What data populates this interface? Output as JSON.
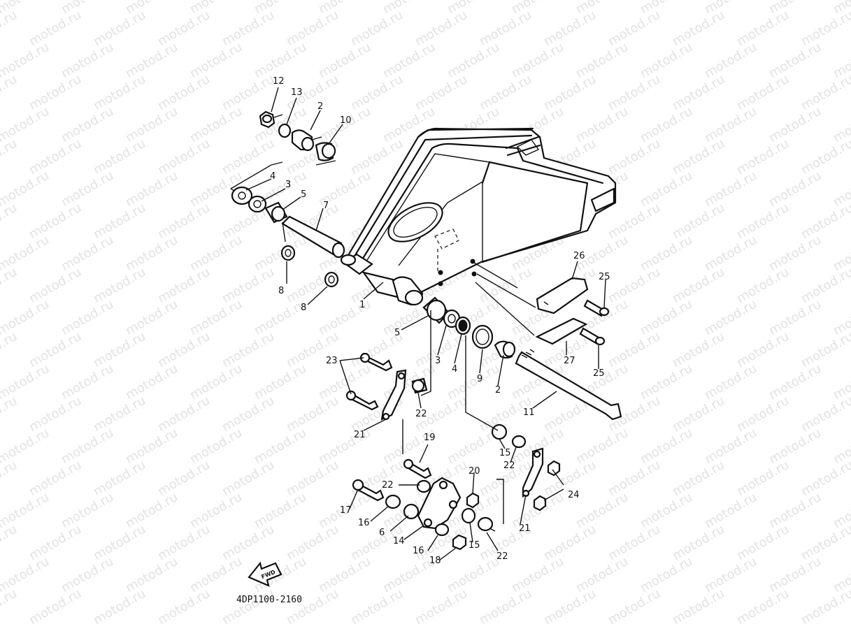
{
  "watermark": "motod.ru",
  "diagram_code": "4DP1100-2160",
  "fwd_label": "FWD",
  "callouts": [
    {
      "id": "c12",
      "label": "12"
    },
    {
      "id": "c13",
      "label": "13"
    },
    {
      "id": "c2a",
      "label": "2"
    },
    {
      "id": "c10",
      "label": "10"
    },
    {
      "id": "c4a",
      "label": "4"
    },
    {
      "id": "c3a",
      "label": "3"
    },
    {
      "id": "c5a",
      "label": "5"
    },
    {
      "id": "c7",
      "label": "7"
    },
    {
      "id": "c8a",
      "label": "8"
    },
    {
      "id": "c8b",
      "label": "8"
    },
    {
      "id": "c1",
      "label": "1"
    },
    {
      "id": "c26",
      "label": "26"
    },
    {
      "id": "c25a",
      "label": "25"
    },
    {
      "id": "c27",
      "label": "27"
    },
    {
      "id": "c25b",
      "label": "25"
    },
    {
      "id": "c5b",
      "label": "5"
    },
    {
      "id": "c3b",
      "label": "3"
    },
    {
      "id": "c4b",
      "label": "4"
    },
    {
      "id": "c9",
      "label": "9"
    },
    {
      "id": "c2b",
      "label": "2"
    },
    {
      "id": "c11",
      "label": "11"
    },
    {
      "id": "c23",
      "label": "23"
    },
    {
      "id": "c22a",
      "label": "22"
    },
    {
      "id": "c21a",
      "label": "21"
    },
    {
      "id": "c15a",
      "label": "15"
    },
    {
      "id": "c22b",
      "label": "22"
    },
    {
      "id": "c19",
      "label": "19"
    },
    {
      "id": "c20",
      "label": "20"
    },
    {
      "id": "c24",
      "label": "24"
    },
    {
      "id": "c22c",
      "label": "22"
    },
    {
      "id": "c17",
      "label": "17"
    },
    {
      "id": "c16a",
      "label": "16"
    },
    {
      "id": "c6",
      "label": "6"
    },
    {
      "id": "c14",
      "label": "14"
    },
    {
      "id": "c15b",
      "label": "15"
    },
    {
      "id": "c21b",
      "label": "21"
    },
    {
      "id": "c16b",
      "label": "16"
    },
    {
      "id": "c18",
      "label": "18"
    },
    {
      "id": "c22d",
      "label": "22"
    }
  ]
}
